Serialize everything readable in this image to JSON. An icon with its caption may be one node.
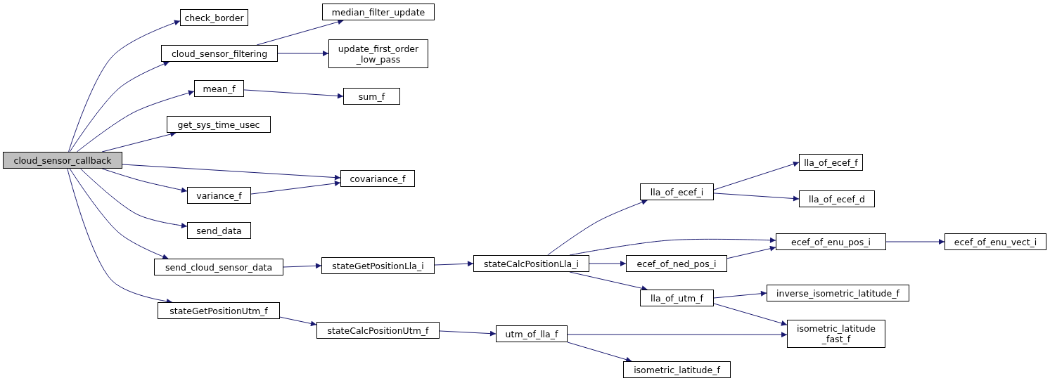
{
  "diagram": {
    "nodes": [
      {
        "text": [
          "cloud_sensor_callback"
        ]
      },
      {
        "text": [
          "check_border"
        ]
      },
      {
        "text": [
          "cloud_sensor_filtering"
        ]
      },
      {
        "text": [
          "median_filter_update"
        ]
      },
      {
        "text": [
          "update_first_order _low_pass"
        ]
      },
      {
        "text": [
          "mean_f"
        ]
      },
      {
        "text": [
          "sum_f"
        ]
      },
      {
        "text": [
          "get_sys_time_usec"
        ]
      },
      {
        "text": [
          "covariance_f"
        ]
      },
      {
        "text": [
          "variance_f"
        ]
      },
      {
        "text": [
          "send_data"
        ]
      },
      {
        "text": [
          "send_cloud_sensor_data"
        ]
      },
      {
        "text": [
          "stateGetPositionLla_i"
        ]
      },
      {
        "text": [
          "stateCalcPositionLla_i"
        ]
      },
      {
        "text": [
          "lla_of_ecef_i"
        ]
      },
      {
        "text": [
          "lla_of_ecef_f"
        ]
      },
      {
        "text": [
          "lla_of_ecef_d"
        ]
      },
      {
        "text": [
          "ecef_of_enu_pos_i"
        ]
      },
      {
        "text": [
          "ecef_of_enu_vect_i"
        ]
      },
      {
        "text": [
          "ecef_of_ned_pos_i"
        ]
      },
      {
        "text": [
          "lla_of_utm_f"
        ]
      },
      {
        "text": [
          "inverse_isometric_latitude_f"
        ]
      },
      {
        "text": [
          "isometric_latitude _fast_f"
        ]
      },
      {
        "text": [
          "stateGetPositionUtm_f"
        ]
      },
      {
        "text": [
          "stateCalcPositionUtm_f"
        ]
      },
      {
        "text": [
          "utm_of_lla_f"
        ]
      },
      {
        "text": [
          "isometric_latitude_f"
        ]
      }
    ],
    "edges": [
      {
        "from": 0,
        "to": 1,
        "arrow": "to"
      },
      {
        "from": 0,
        "to": 2,
        "arrow": "to"
      },
      {
        "from": 0,
        "to": 5,
        "arrow": "to"
      },
      {
        "from": 0,
        "to": 7,
        "arrow": "to"
      },
      {
        "from": 0,
        "to": 8,
        "arrow": "to"
      },
      {
        "from": 0,
        "to": 9,
        "arrow": "to"
      },
      {
        "from": 0,
        "to": 10,
        "arrow": "to"
      },
      {
        "from": 0,
        "to": 11,
        "arrow": "to"
      },
      {
        "from": 0,
        "to": 23,
        "arrow": "to"
      },
      {
        "from": 2,
        "to": 3,
        "arrow": "to"
      },
      {
        "from": 2,
        "to": 4,
        "arrow": "to"
      },
      {
        "from": 5,
        "to": 6,
        "arrow": "to"
      },
      {
        "from": 9,
        "to": 8,
        "arrow": "to"
      },
      {
        "from": 11,
        "to": 12,
        "arrow": "to"
      },
      {
        "from": 12,
        "to": 13,
        "arrow": "to"
      },
      {
        "from": 13,
        "to": 14,
        "arrow": "to"
      },
      {
        "from": 13,
        "to": 17,
        "arrow": "to"
      },
      {
        "from": 13,
        "to": 19,
        "arrow": "to"
      },
      {
        "from": 13,
        "to": 20,
        "arrow": "to"
      },
      {
        "from": 14,
        "to": 15,
        "arrow": "to"
      },
      {
        "from": 14,
        "to": 16,
        "arrow": "to"
      },
      {
        "from": 17,
        "to": 18,
        "arrow": "to"
      },
      {
        "from": 19,
        "to": 17,
        "arrow": "to"
      },
      {
        "from": 20,
        "to": 21,
        "arrow": "to"
      },
      {
        "from": 20,
        "to": 22,
        "arrow": "to"
      },
      {
        "from": 23,
        "to": 24,
        "arrow": "to"
      },
      {
        "from": 24,
        "to": 25,
        "arrow": "to"
      },
      {
        "from": 25,
        "to": 22,
        "arrow": "to"
      },
      {
        "from": 25,
        "to": 26,
        "arrow": "to"
      }
    ]
  }
}
